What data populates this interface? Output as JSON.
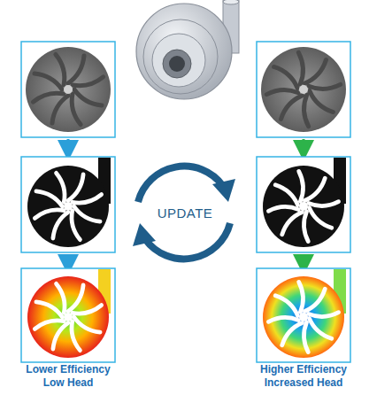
{
  "diagram": {
    "nodes": [
      {
        "text": [
          "UPDATE"
        ]
      }
    ],
    "labels": [
      "Lower Efficiency Low Head",
      "Higher Efficiency Increased Head"
    ]
  }
}
